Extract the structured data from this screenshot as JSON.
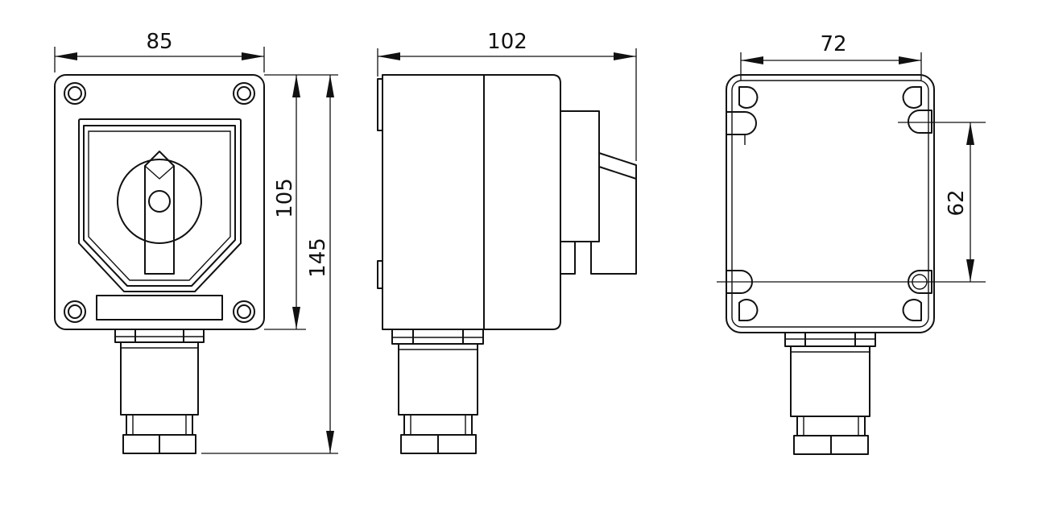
{
  "dimensions": {
    "front_width": "85",
    "front_inner_height": "105",
    "front_total_height": "145",
    "side_width": "102",
    "back_width": "72",
    "back_hole_spacing": "62"
  },
  "colors": {
    "line": "#111111",
    "background": "#ffffff"
  }
}
